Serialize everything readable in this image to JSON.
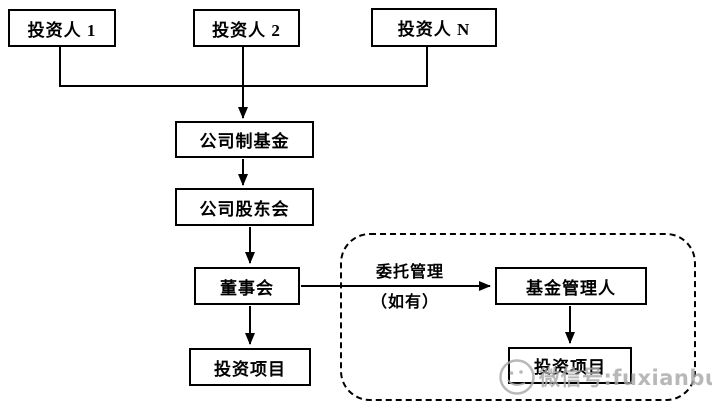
{
  "nodes": {
    "investor1": "投资人 1",
    "investor2": "投资人 2",
    "investorN": "投资人 N",
    "corporate_fund": "公司制基金",
    "shareholders_meeting": "公司股东会",
    "board_of_directors": "董事会",
    "investment_project_left": "投资项目",
    "fund_manager": "基金管理人",
    "investment_project_right": "投资项目"
  },
  "edge_labels": {
    "entrusted_management": "委托管理",
    "if_any": "（如有）"
  },
  "watermark": {
    "text": "微信号:fuxianbubin"
  },
  "colors": {
    "line": "#000000",
    "text": "#000000",
    "bg": "#ffffff",
    "watermark": "#a9a9a9"
  }
}
